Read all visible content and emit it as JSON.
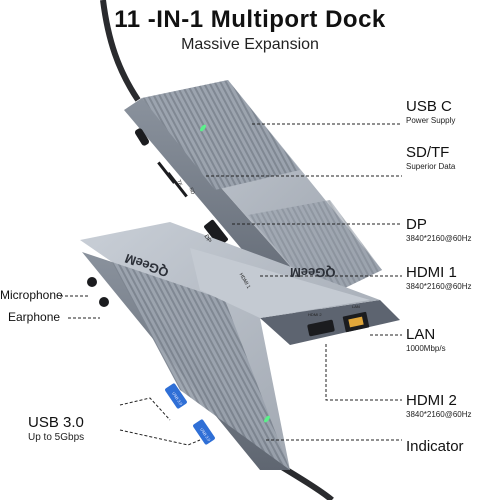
{
  "title": "11 -IN-1 Multiport Dock",
  "subtitle": "Massive Expansion",
  "brand": "QGeeM",
  "port_marks": {
    "tf": "TF",
    "sd": "SD",
    "dp": "DP",
    "hdmi1": "HDMI 1",
    "hdmi2": "HDMI 2",
    "lan": "LAN",
    "usb_a": "USB 3.0"
  },
  "callouts": {
    "usb_c": {
      "label": "USB C",
      "sub": "Power Supply"
    },
    "sd_tf": {
      "label": "SD/TF",
      "sub": "Superior Data"
    },
    "dp": {
      "label": "DP",
      "sub": "3840*2160@60Hz"
    },
    "hdmi1": {
      "label": "HDMI 1",
      "sub": "3840*2160@60Hz"
    },
    "lan": {
      "label": "LAN",
      "sub": "1000Mbp/s"
    },
    "hdmi2": {
      "label": "HDMI 2",
      "sub": "3840*2160@60Hz"
    },
    "indicator": {
      "label": "Indicator"
    },
    "microphone": {
      "label": "Microphone"
    },
    "earphone": {
      "label": "Earphone"
    },
    "usb3": {
      "label": "USB 3.0",
      "sub": "Up to 5Gbps"
    }
  },
  "colors": {
    "body_light": "#b9c0c9",
    "body_mid": "#8e96a2",
    "body_dark": "#5d6470",
    "port_black": "#1b1c1f",
    "usb_blue": "#2f6fd6",
    "led_green": "#5bf08a",
    "cable": "#2a2b2e"
  }
}
